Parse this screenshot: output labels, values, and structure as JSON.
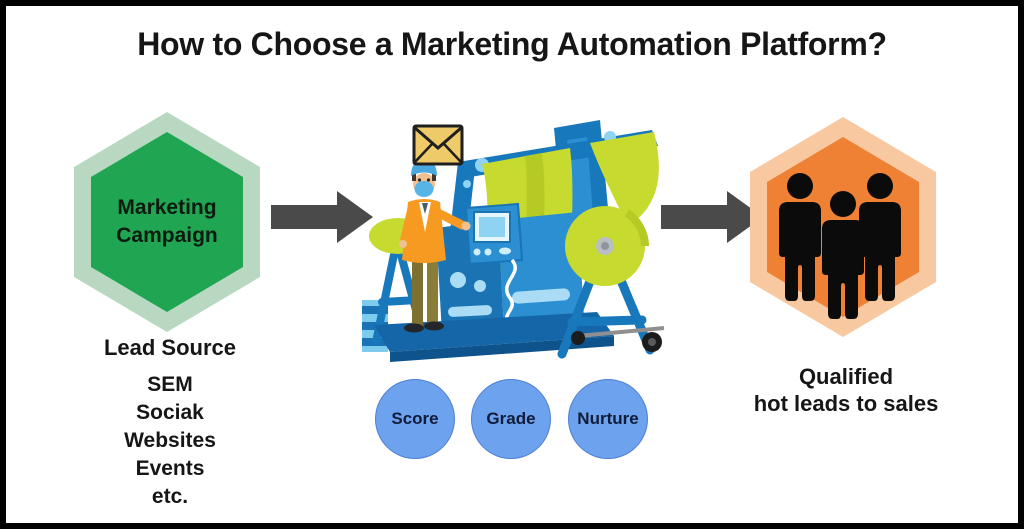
{
  "title": "How to Choose a Marketing Automation Platform?",
  "left": {
    "hexagon_label": "Marketing Campaign",
    "caption_title": "Lead Source",
    "items": [
      "SEM",
      "Sociak",
      "Websites",
      "Events",
      "etc."
    ]
  },
  "process": {
    "illustration_icon": "automation-machine-illustration",
    "message_icon": "envelope-icon",
    "steps": [
      "Score",
      "Grade",
      "Nurture"
    ]
  },
  "right": {
    "people_icon": "people-group-icon",
    "caption_line1": "Qualified",
    "caption_line2": "hot leads to sales"
  },
  "colors": {
    "green-outer": "#b9d8c1",
    "green-inner": "#20a652",
    "orange-outer": "#f8c9a1",
    "orange-inner": "#ee8134",
    "arrow-gray": "#4a4a4a",
    "circle-fill": "#6da2ef",
    "circle-border": "#4f7fd0",
    "circle-text": "#101c3a",
    "text-dark": "#161616"
  }
}
